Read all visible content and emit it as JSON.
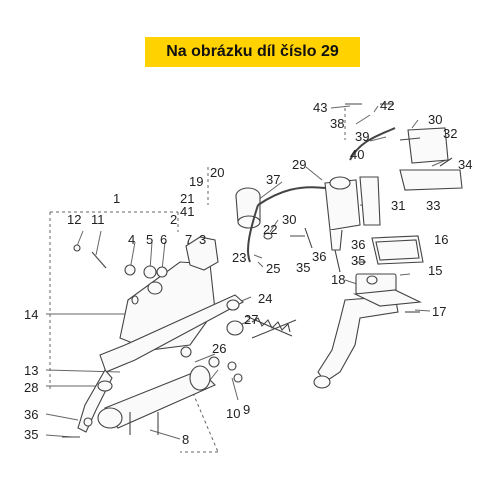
{
  "banner": {
    "text": "Na obrázku díl číslo 29",
    "color": "#ffd200"
  },
  "part_labels": [
    "1",
    "2",
    "3",
    "4",
    "5",
    "6",
    "7",
    "8",
    "9",
    "10",
    "11",
    "12",
    "13",
    "14",
    "15",
    "16",
    "17",
    "18",
    "19",
    "20",
    "21",
    "22",
    "23",
    "24",
    "25",
    "26",
    "27",
    "28",
    "29",
    "30",
    "31",
    "32",
    "33",
    "34",
    "35",
    "36",
    "37",
    "38",
    "39",
    "40",
    "41",
    "42",
    "43"
  ]
}
